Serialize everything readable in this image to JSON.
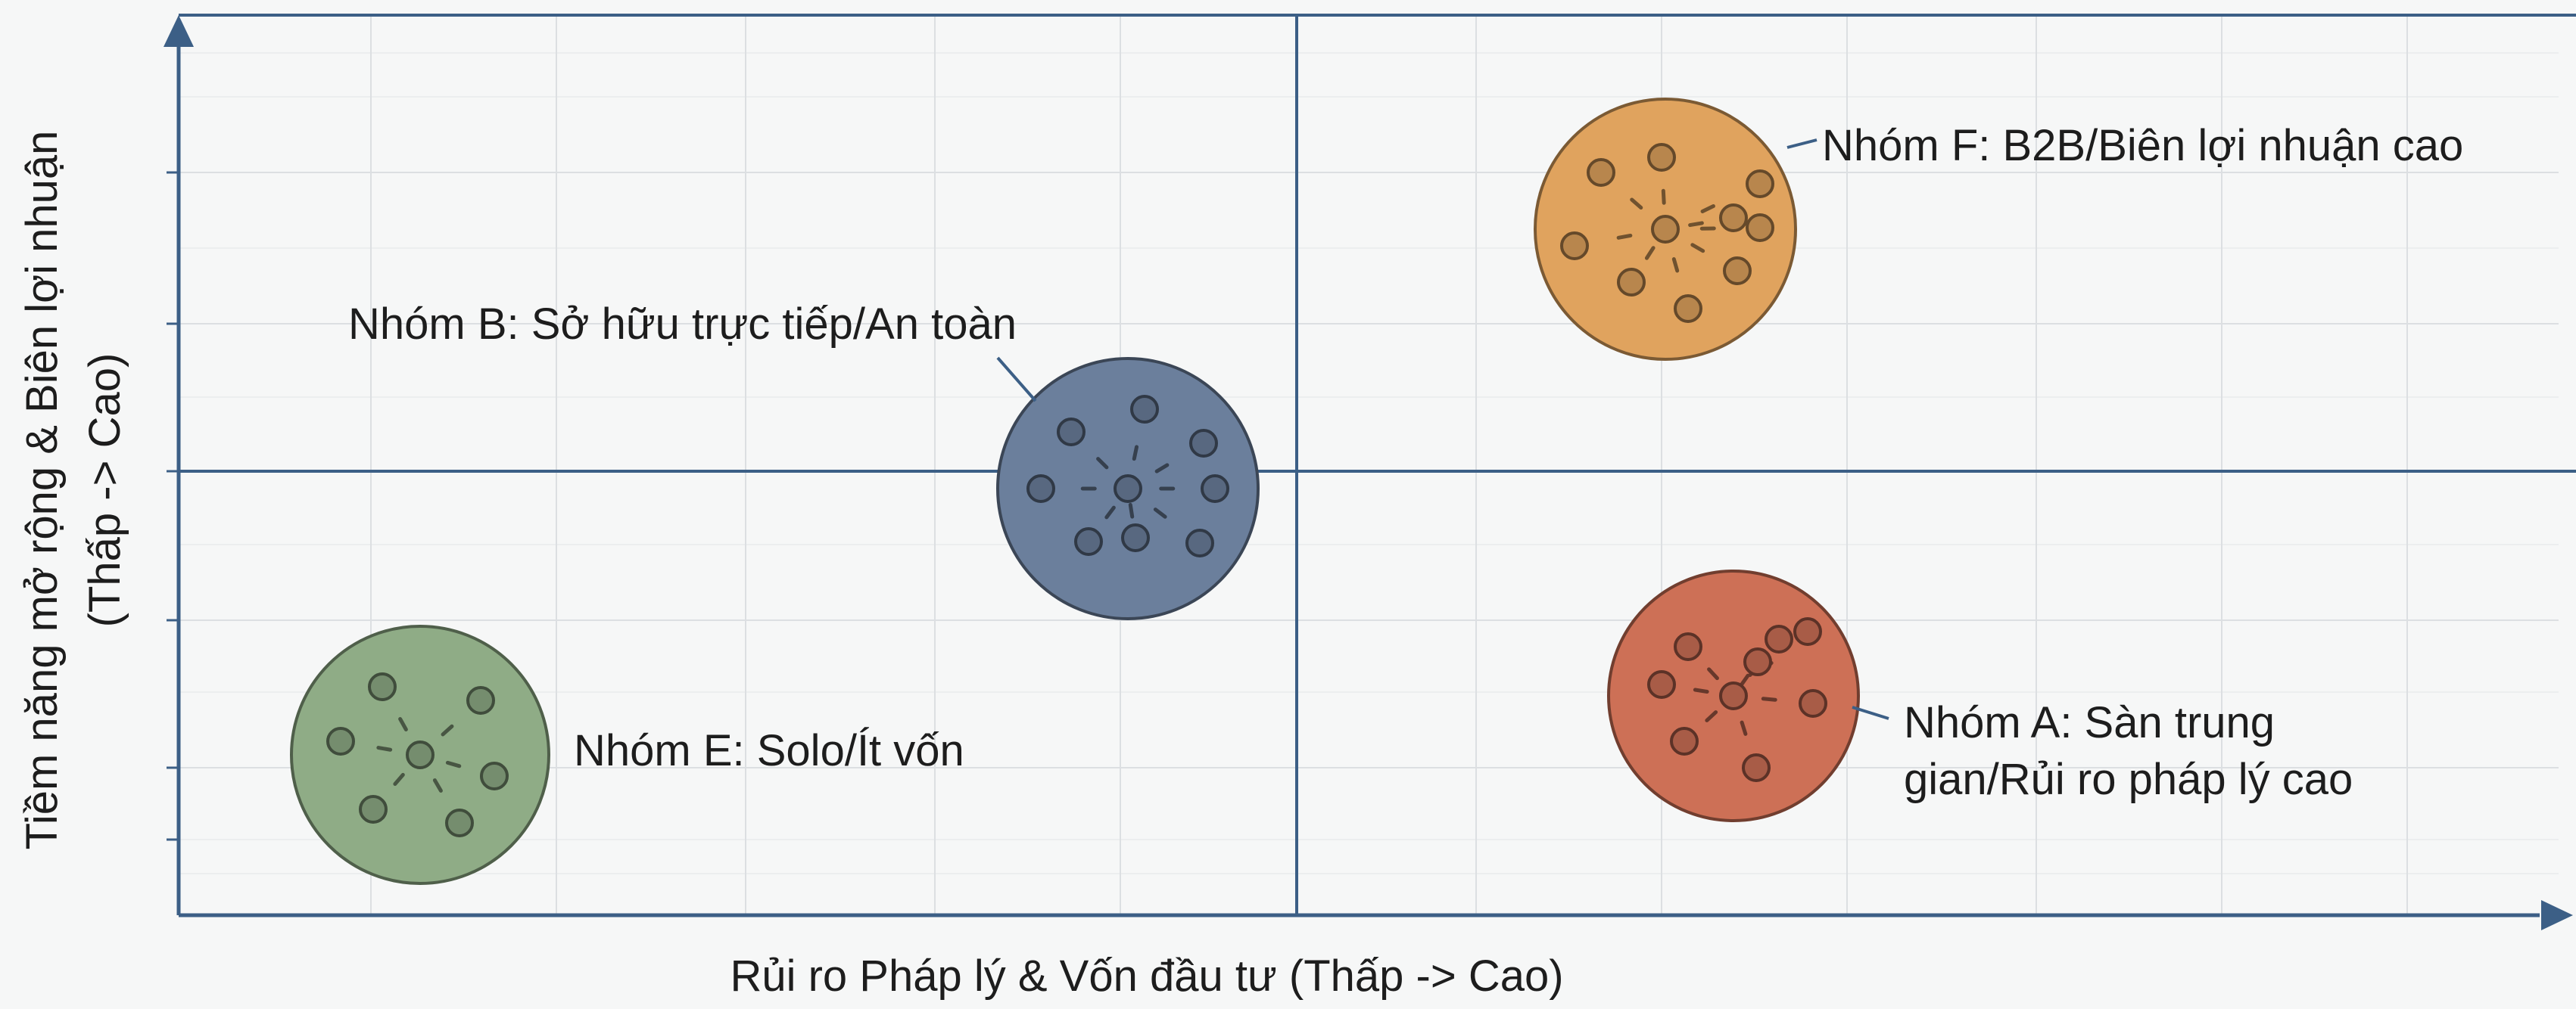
{
  "axes": {
    "x_title": "Rủi ro Pháp lý & Vốn đầu tư (Thấp -> Cao)",
    "y_title_line1": "Tiềm năng mở rộng & Biên lợi nhuận",
    "y_title_line2": "(Thấp -> Cao)"
  },
  "groups": {
    "b": {
      "label": "Nhóm B: Sở hữu trực tiếp/An toàn",
      "color": "#6b7f9c"
    },
    "e": {
      "label": "Nhóm E: Solo/Ít vốn",
      "color": "#8fac86"
    },
    "f": {
      "label": "Nhóm F: B2B/Biên lợi nhuận cao",
      "color": "#e0a35e"
    },
    "a": {
      "label_line1": "Nhóm A: Sàn trung",
      "label_line2": "gian/Rủi ro pháp lý cao",
      "color": "#cd7056"
    }
  },
  "colors": {
    "background": "#f6f7f7",
    "grid": "#dcdfe2",
    "axis": "#3c5f86",
    "text": "#1d1d1d"
  }
}
